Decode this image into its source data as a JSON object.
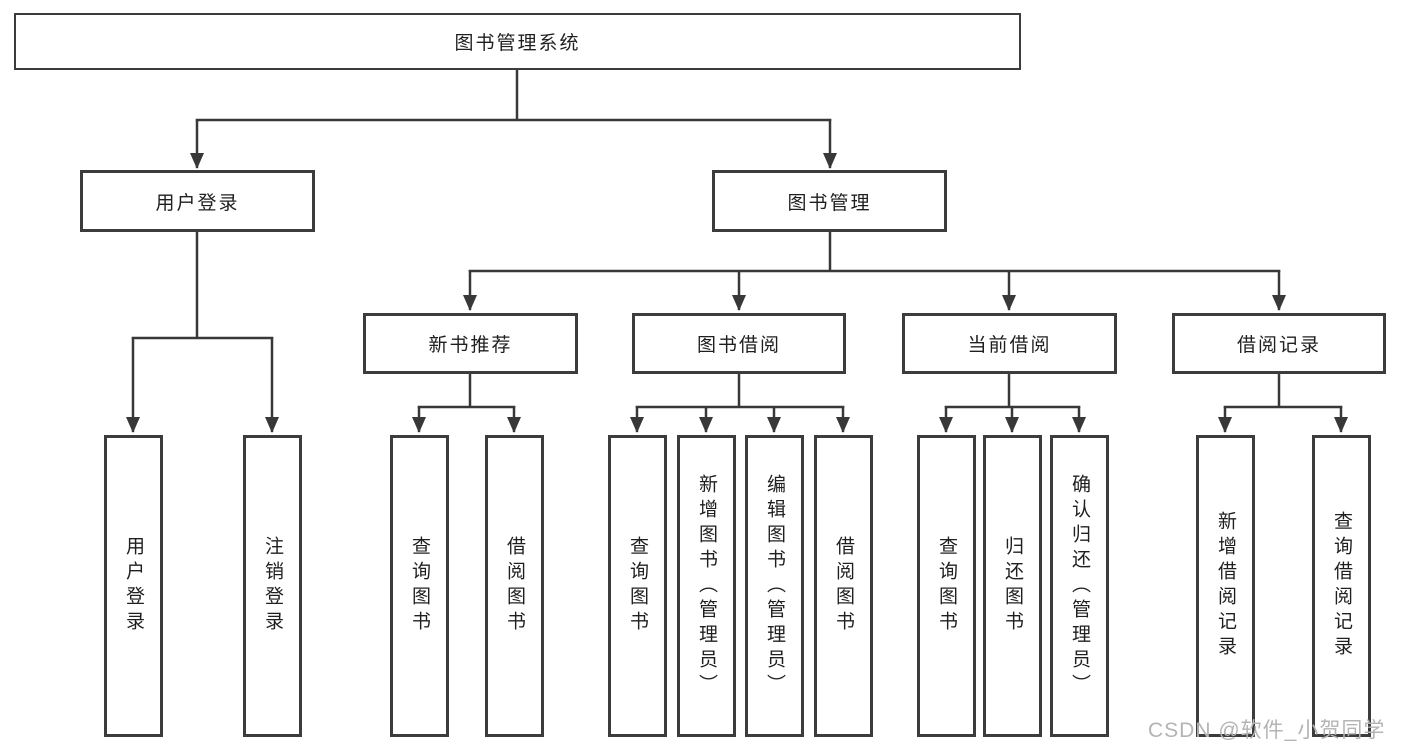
{
  "diagram": {
    "type": "hierarchy-tree",
    "root": {
      "label": "图书管理系统",
      "children": [
        {
          "label": "用户登录",
          "children": [
            {
              "label": "用户登录"
            },
            {
              "label": "注销登录"
            }
          ]
        },
        {
          "label": "图书管理",
          "children": [
            {
              "label": "新书推荐",
              "children": [
                {
                  "label": "查询图书"
                },
                {
                  "label": "借阅图书"
                }
              ]
            },
            {
              "label": "图书借阅",
              "children": [
                {
                  "label": "查询图书"
                },
                {
                  "label": "新增图书（管理员）"
                },
                {
                  "label": "编辑图书（管理员）"
                },
                {
                  "label": "借阅图书"
                }
              ]
            },
            {
              "label": "当前借阅",
              "children": [
                {
                  "label": "查询图书"
                },
                {
                  "label": "归还图书"
                },
                {
                  "label": "确认归还（管理员）"
                }
              ]
            },
            {
              "label": "借阅记录",
              "children": [
                {
                  "label": "新增借阅记录"
                },
                {
                  "label": "查询借阅记录"
                }
              ]
            }
          ]
        }
      ]
    }
  },
  "watermark": "CSDN @软件_小贺同学",
  "colors": {
    "background": "#ffffff",
    "box_border": "#3c3c3c",
    "connector": "#383838",
    "text": "#1f1f1f",
    "watermark": "#b4b4b4"
  }
}
